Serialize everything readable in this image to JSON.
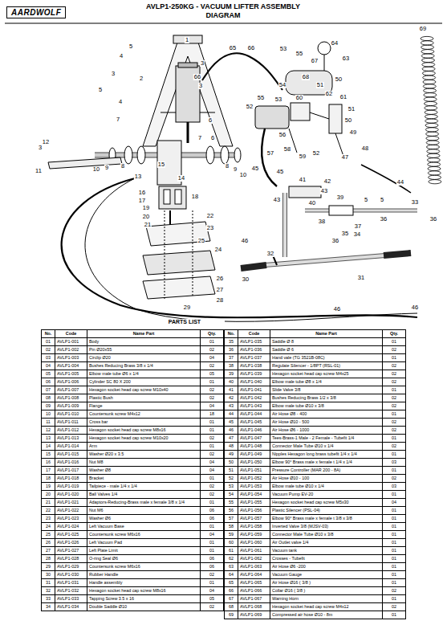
{
  "diagram": {
    "title": "AVLP1-250KG - VACUUM LIFTER ASSEMBLY DIAGRAM",
    "labels": [
      "AARDWOLF",
      "1",
      "5",
      "4",
      "3",
      "2",
      "3",
      "3",
      "5",
      "4",
      "7",
      "6",
      "3",
      "12",
      "11",
      "10",
      "9",
      "8",
      "7",
      "6",
      "8",
      "9",
      "10",
      "13",
      "14",
      "15",
      "16",
      "17",
      "18",
      "19",
      "20",
      "21",
      "22",
      "23",
      "25",
      "24",
      "26",
      "27",
      "28",
      "29",
      "65",
      "66",
      "53",
      "55",
      "64",
      "63",
      "69",
      "67",
      "66",
      "68",
      "50",
      "54",
      "51",
      "62",
      "61",
      "60",
      "55",
      "53",
      "52",
      "50",
      "51",
      "56",
      "58",
      "57",
      "59",
      "52",
      "49",
      "48",
      "47",
      "45",
      "45",
      "41",
      "42",
      "43",
      "43",
      "40",
      "38",
      "39",
      "44",
      "5",
      "5",
      "33",
      "36",
      "36",
      "37",
      "34",
      "35",
      "36",
      "32",
      "30",
      "31",
      "46",
      "46",
      "46",
      "PARTS LIST",
      "No.",
      "Code",
      "Name Part",
      "Qty.",
      "No.",
      "Code",
      "Name Part",
      "Qty.",
      "01",
      "AVLP1-001",
      "Body",
      "01",
      "02",
      "AVLP1-002",
      "Pin Ø20x55",
      "02",
      "03",
      "AVLP1-003",
      "Circlip Ø20",
      "04",
      "04",
      "AVLP1-004",
      "Bushes Reducing Brass 3/8 x 1/4",
      "02",
      "05",
      "AVLP1-005",
      "Elbow male tube Ø6 x 1/4",
      "05",
      "06",
      "AVLP1-006",
      "Cylinder SC 80 X 200",
      "01",
      "07",
      "AVLP1-007",
      "Hexagon socket head cap screw M10x40",
      "02",
      "08",
      "AVLP1-008",
      "Plastic Bush",
      "02",
      "09",
      "AVLP1-009",
      "Flange",
      "04",
      "10",
      "AVLP1-010",
      "Countersunk screw M4x12",
      "18",
      "11",
      "AVLP1-011",
      "Cross bar",
      "01",
      "12",
      "AVLP1-012",
      "Hexagon socket head cap screw M8x16",
      "01",
      "13",
      "AVLP1-013",
      "Hexagon socket head cap screw M10x20",
      "02",
      "14",
      "AVLP1-014",
      "Arm",
      "01",
      "15",
      "AVLP1-015",
      "Washer Ø20 x 3.5",
      "02",
      "16",
      "AVLP1-016",
      "Nut M8",
      "04",
      "17",
      "AVLP1-017",
      "Washer Ø8",
      "04",
      "18",
      "AVLP1-018",
      "Bracket",
      "01",
      "19",
      "AVLP1-019",
      "Tailpiece - male 1/4 x 1/4",
      "02",
      "20",
      "AVLP1-020",
      "Ball Valves 1/4",
      "02",
      "21",
      "AVLP1-021",
      "Adaptors-Reducing-Brass male x female 3/8 x 1/4",
      "01",
      "22",
      "AVLP1-022",
      "Nut M6",
      "06",
      "23",
      "AVLP1-023",
      "Washer Ø6",
      "06",
      "24",
      "AVLP1-024",
      "Left Vacuum Base",
      "01",
      "25",
      "AVLP1-025",
      "Countersunk screw M6x16",
      "04",
      "26",
      "AVLP1-026",
      "Left Vacuum Pad",
      "01",
      "27",
      "AVLP1-027",
      "Left Plate Limit",
      "01",
      "28",
      "AVLP1-028",
      "O-ring Seal Ø6",
      "06",
      "29",
      "AVLP1-029",
      "Countersunk screw M6x16",
      "06",
      "30",
      "AVLP1-030",
      "Rubber Handle",
      "02",
      "31",
      "AVLP1-031",
      "Handle assembly",
      "01",
      "32",
      "AVLP1-032",
      "Hexagon socket head cap screw M8x16",
      "04",
      "33",
      "AVLP1-033",
      "Tapping Screw 3.5 x 16",
      "05",
      "34",
      "AVLP1-034",
      "Double Saddle Ø10",
      "02",
      "35",
      "AVLP1-035",
      "Saddle Ø 8",
      "01",
      "36",
      "AVLP1-036",
      "Saddle Ø 6",
      "02",
      "37",
      "AVLP1-037",
      "Hand vale (TG 3521B-08C)",
      "01",
      "38",
      "AVLP1-038",
      "Regulate Silencer - 1/8PT (RSL-01)",
      "02",
      "39",
      "AVLP1-039",
      "Hexagon socket head cap screw M4x25",
      "02",
      "40",
      "AVLP1-040",
      "Elbow male tube Ø8 x 1/4",
      "02",
      "41",
      "AVLP1-041",
      "Slide Valve 3/8",
      "01",
      "42",
      "AVLP1-042",
      "Bushes Reducing Brass 1/2 x 3/8",
      "02",
      "43",
      "AVLP1-043",
      "Elbow male tube Ø10 x 3/8",
      "02",
      "44",
      "AVLP1-044",
      "Air Hose Ø8 - 400",
      "01",
      "45",
      "AVLP1-045",
      "Air Hose Ø10 - 500",
      "02",
      "46",
      "AVLP1-046",
      "Air Hose Ø6 - 1000",
      "02",
      "47",
      "AVLP1-047",
      "Tees-Brass-1 Male - 2 Female - Tubefit 1/4",
      "01",
      "48",
      "AVLP1-048",
      "Connector Male Tube Ø10 x 1/4",
      "02",
      "49",
      "AVLP1-049",
      "Nipples Hexagon long brass tubefit 1/4 x 1/4",
      "01",
      "50",
      "AVLP1-050",
      "Elbow 90° Brass male x female t 1/4 x 1/4",
      "03",
      "51",
      "AVLP1-051",
      "Pressure Controller (MAR 200 - 8A)",
      "01",
      "52",
      "AVLP1-052",
      "Air Hose Ø10 - 100",
      "02",
      "53",
      "AVLP1-053",
      "Elbow male tube Ø10 x 1/4",
      "03",
      "54",
      "AVLP1-054",
      "Vacuum Pump EV-20",
      "01",
      "55",
      "AVLP1-055",
      "Hexagon socket head cap screw M5x30",
      "04",
      "56",
      "AVLP1-056",
      "Plastic Silencer (PSL-04)",
      "01",
      "57",
      "AVLP1-057",
      "Elbow 90° Brass male x female t 3/8 x 3/8",
      "01",
      "58",
      "AVLP1-058",
      "Inverted Valve 3/8 (MJSV-03)",
      "01",
      "59",
      "AVLP1-059",
      "Connector Male Tube Ø10 x 3/8",
      "01",
      "60",
      "AVLP1-060",
      "Air Outlet valve 1/4",
      "01",
      "61",
      "AVLP1-061",
      "Vacuum tank",
      "01",
      "62",
      "AVLP1-062",
      "Crosses - Tubefit",
      "01",
      "63",
      "AVLP1-063",
      "Air Hose Ø6 -200",
      "01",
      "64",
      "AVLP1-064",
      "Vacuum Gauge",
      "01",
      "65",
      "AVLP1-065",
      "Air Hose Ø16 ( 3/8 )",
      "01",
      "66",
      "AVLP1-066",
      "Collar Ø16 ( 3/8 )",
      "02",
      "67",
      "AVLP1-067",
      "Warning Horn",
      "01",
      "68",
      "AVLP1-068",
      "Hexagon socket head cap screw M4x12",
      "02",
      "69",
      "AVLP1-069",
      "Compressed air hose Ø10 - 8m",
      "01"
    ]
  }
}
